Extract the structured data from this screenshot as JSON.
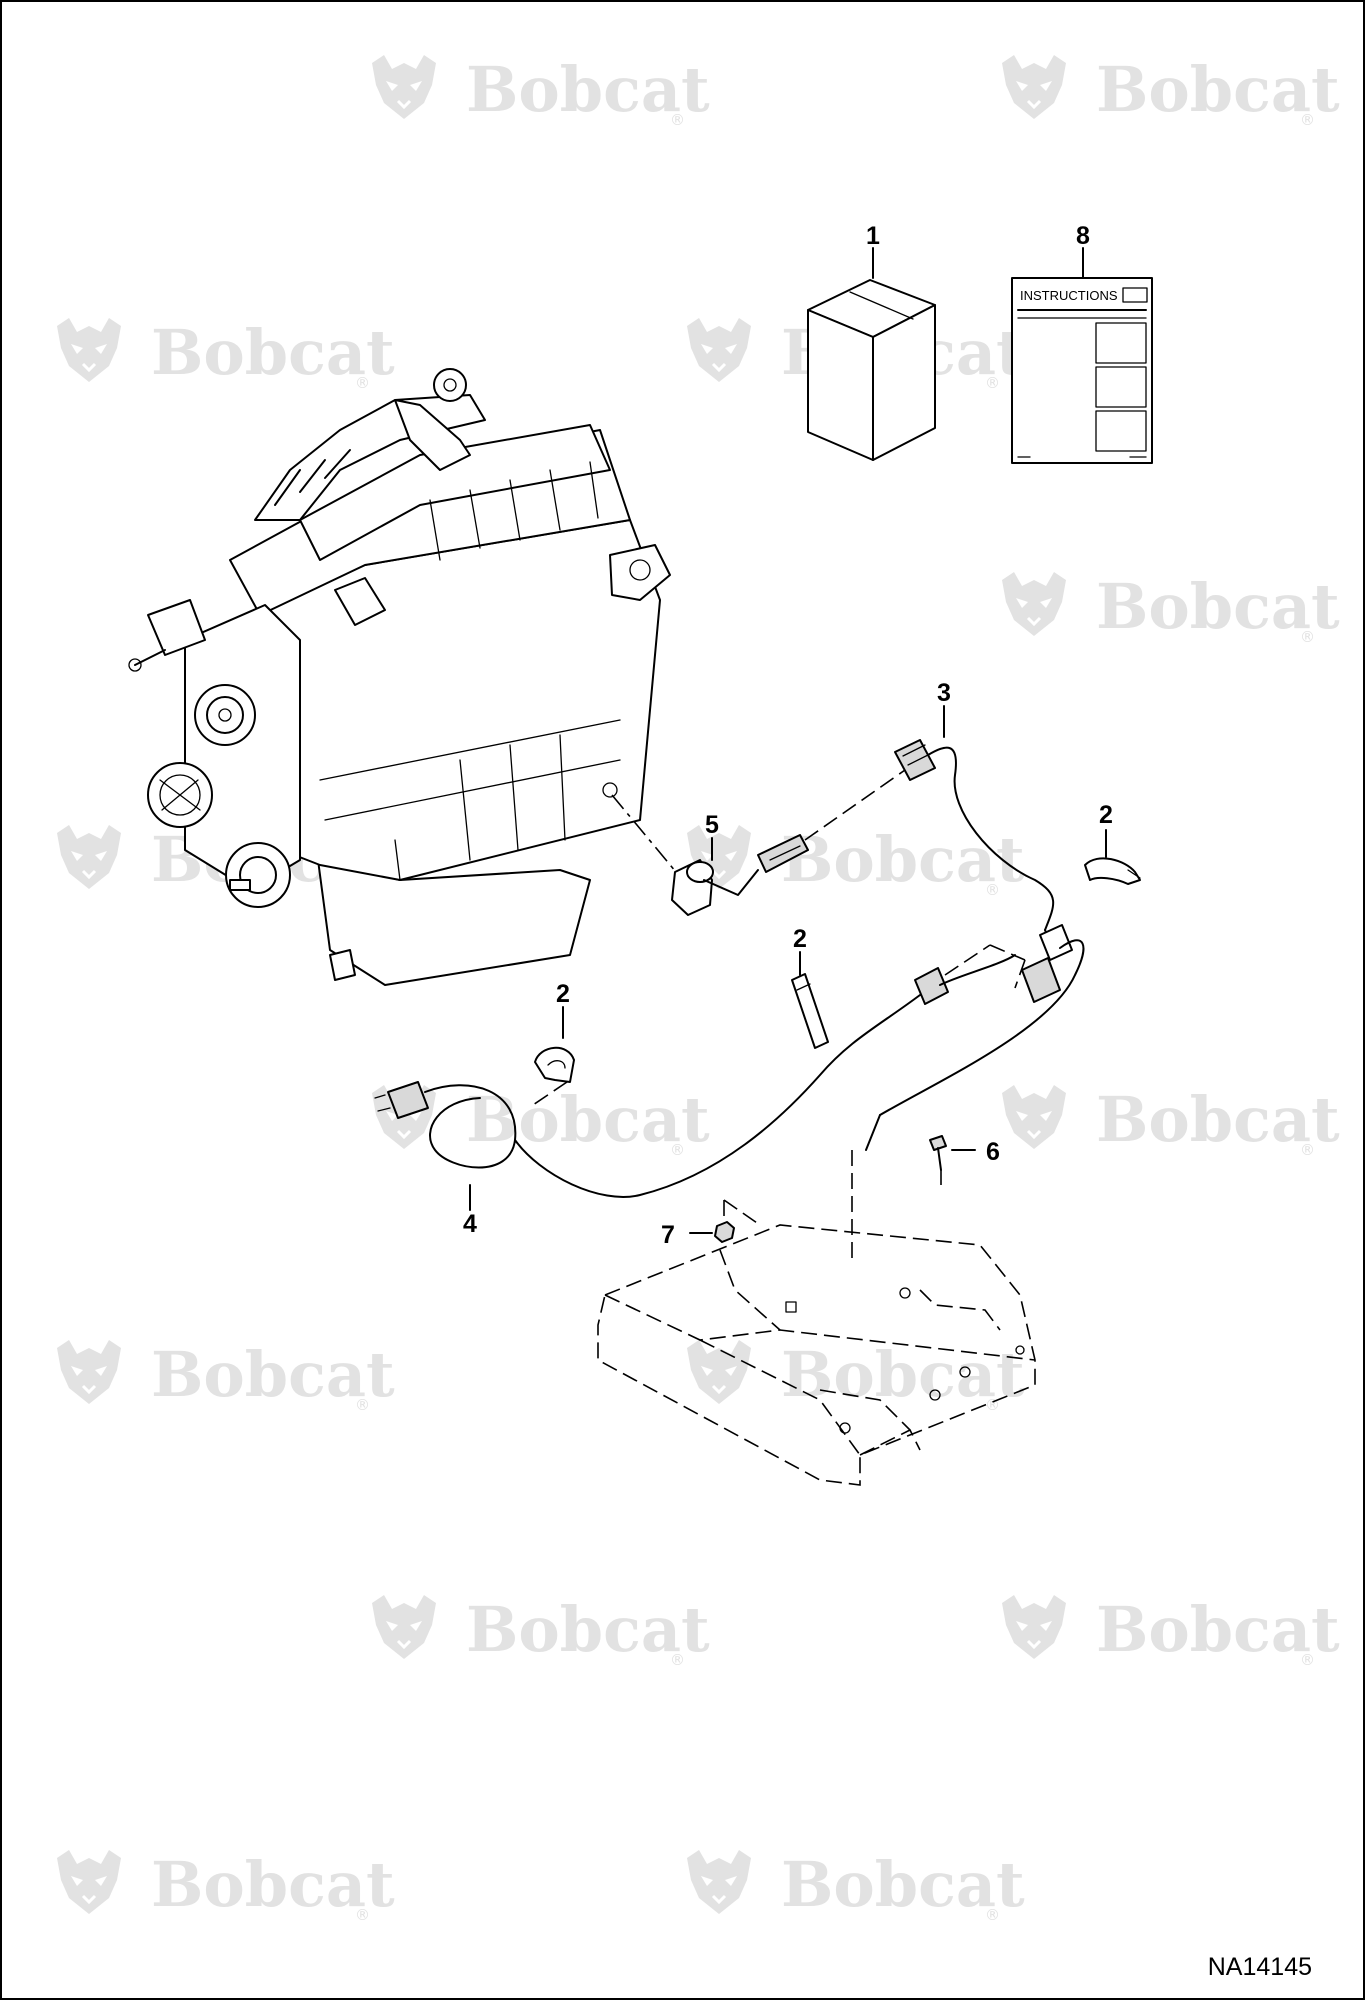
{
  "watermark": {
    "brand": "Bobcat",
    "registered_mark": "®"
  },
  "callouts": {
    "item_1": "1",
    "item_8": "8",
    "item_3": "3",
    "item_5": "5",
    "item_2_clamp_right": "2",
    "item_2_clamp_mid": "2",
    "item_2_clamp_left": "2",
    "item_4": "4",
    "item_6": "6",
    "item_7": "7"
  },
  "instructions_sheet": {
    "title": "INSTRUCTIONS"
  },
  "figure_id": "NA14145"
}
